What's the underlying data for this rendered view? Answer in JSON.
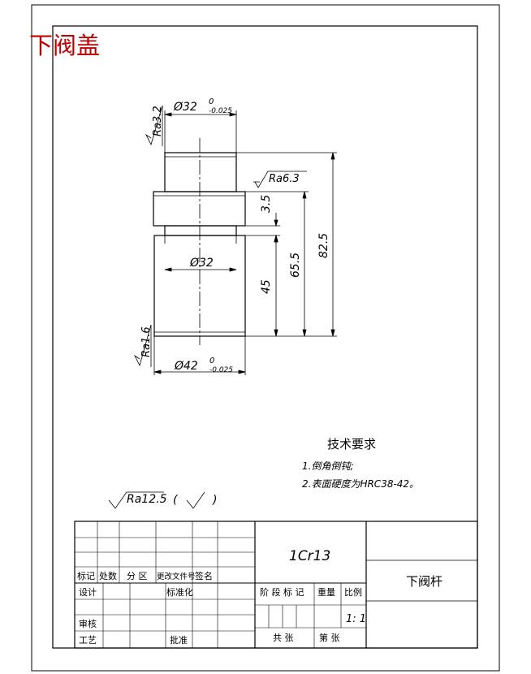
{
  "part_title_overlay": "下阀盖",
  "dims": {
    "top_dia": "Ø32",
    "top_dia_tol_upper": "0",
    "top_dia_tol_lower": "-0.025",
    "mid_dia": "Ø32",
    "bottom_dia": "Ø42",
    "bottom_dia_tol_upper": "0",
    "bottom_dia_tol_lower": "-0.025",
    "len_3_5": "3.5",
    "len_45": "45",
    "len_65_5": "65.5",
    "len_82_5": "82.5"
  },
  "roughness": {
    "top": "Ra3.2",
    "shoulder": "Ra6.3",
    "bottom": "Ra1.6",
    "general": "Ra12.5",
    "general_paren_open": "(",
    "general_paren_close": ")"
  },
  "tech_req": {
    "title": "技术要求",
    "items": [
      "1.倒角倒钝;",
      "2.表面硬度为HRC38-42。"
    ]
  },
  "title_block": {
    "material": "1Cr13",
    "part_name": "下阀杆",
    "rev_headers": [
      "标记",
      "处数",
      "分 区",
      "更改文件号",
      "签名"
    ],
    "design": "设计",
    "standardize": "标准化",
    "review": "审核",
    "process": "工艺",
    "approve": "批准",
    "stage_mark": "阶 段 标 记",
    "weight": "重量",
    "scale_label": "比例",
    "scale_value": "1: 1",
    "total_sheets": "共   张",
    "sheet_no": "第   张"
  }
}
